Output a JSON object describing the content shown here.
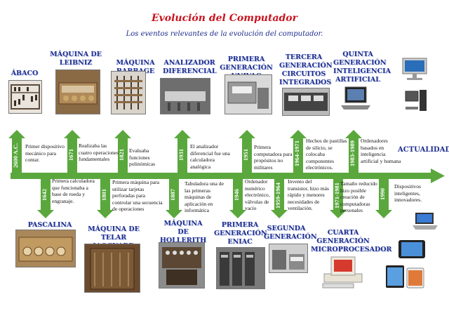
{
  "title": "Evolución del Computador",
  "subtitle": "Los eventos relevantes de la evolución del computador.",
  "top_events": [
    {
      "heading": "ÁBACO",
      "year": "2600 A.C.",
      "desc": "Primer dispositivo mecánico para contar."
    },
    {
      "heading": "MÁQUINA DE LEIBNIZ",
      "year": "1671",
      "desc": "Realizaba las cuatro operaciones fundamentales"
    },
    {
      "heading": "MÁQUINA BABBAGE",
      "year": "1821",
      "desc": "Evaluaba funciones polinómicas"
    },
    {
      "heading": "ANALIZADOR DIFERENCIAL",
      "year": "1931",
      "desc": "El analizador diferencial fue una calculadora analógica"
    },
    {
      "heading": "PRIMERA GENERACIÓN UNIVAC",
      "year": "1951",
      "desc": "Primera computadora para propósitos no militares"
    },
    {
      "heading": "TERCERA GENERACIÓN CIRCUITOS INTEGRADOS",
      "year": "1964-1971",
      "desc": "Hechos de pastillas de silicio, se colocaba componentes electrónicos."
    },
    {
      "heading": "QUINTA GENERACIÓN INTELIGENCIA ARTIFICIAL",
      "year": "1983-1989",
      "desc": "Ordenadores basados en inteligencia artificial y humana"
    }
  ],
  "bottom_events": [
    {
      "heading": "PASCALINA",
      "year": "1642",
      "desc": "Primera calculadora que funcionaba a base de rueda y engranaje."
    },
    {
      "heading": "MÁQUINA DE TELAR IAOCUARD",
      "year": "1801",
      "desc": "Primera máquina para utilizar tarjetas perforadas para controlar una secuencia de operaciones"
    },
    {
      "heading": "MÁQUINA DE HOLLERITH",
      "year": "1887",
      "desc": "Tabuladora una de las primeras máquinas de aplicación en informática"
    },
    {
      "heading": "PRIMERA GENERACIÓN ENIAC",
      "year": "1946",
      "desc": "Ordenador numérico electrónico, válvulas de vacío"
    },
    {
      "heading": "SEGUNDA GENERACIÓN",
      "year": "1959-1964",
      "desc": "Invento del transistor, hizo más rápido y menores necesidades de ventilación."
    },
    {
      "heading": "CUARTA GENERACIÓN MICROPROCESADOR",
      "year": "1971-1981",
      "desc": "Tamaño reducido hizo posible creación de computadoras personales"
    },
    {
      "heading": "",
      "year": "1990",
      "desc": "Dispositivos inteligentes, innovadores."
    }
  ],
  "actualidad": "ACTUALIDAD",
  "colors": {
    "arrow": "#5aa83d",
    "title": "#c8141e",
    "heading": "#1d2e8f"
  }
}
